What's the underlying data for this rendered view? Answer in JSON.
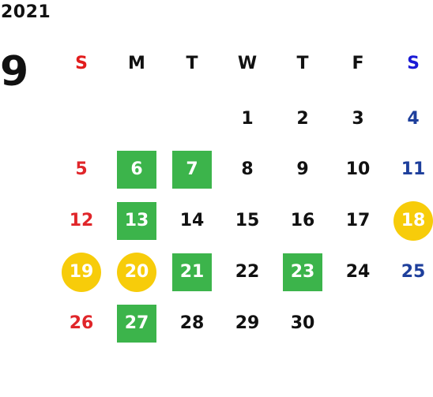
{
  "calendar": {
    "year": "2021",
    "month": "9",
    "weekdays": [
      {
        "label": "S",
        "color": "#e21c1c"
      },
      {
        "label": "M",
        "color": "#111111"
      },
      {
        "label": "T",
        "color": "#111111"
      },
      {
        "label": "W",
        "color": "#111111"
      },
      {
        "label": "T",
        "color": "#111111"
      },
      {
        "label": "F",
        "color": "#111111"
      },
      {
        "label": "S",
        "color": "#1a1ad6"
      }
    ],
    "colors": {
      "sunday": "#e0262a",
      "saturday": "#1e3f9c",
      "weekday": "#111111",
      "green_highlight": "#3cb44b",
      "yellow_highlight": "#f7cc0a",
      "highlight_text": "#ffffff"
    },
    "days": [
      {
        "label": "1",
        "col": 3,
        "row": 0,
        "highlight": "none"
      },
      {
        "label": "2",
        "col": 4,
        "row": 0,
        "highlight": "none"
      },
      {
        "label": "3",
        "col": 5,
        "row": 0,
        "highlight": "none"
      },
      {
        "label": "4",
        "col": 6,
        "row": 0,
        "highlight": "none"
      },
      {
        "label": "5",
        "col": 0,
        "row": 1,
        "highlight": "none"
      },
      {
        "label": "6",
        "col": 1,
        "row": 1,
        "highlight": "green"
      },
      {
        "label": "7",
        "col": 2,
        "row": 1,
        "highlight": "green"
      },
      {
        "label": "8",
        "col": 3,
        "row": 1,
        "highlight": "none"
      },
      {
        "label": "9",
        "col": 4,
        "row": 1,
        "highlight": "none"
      },
      {
        "label": "10",
        "col": 5,
        "row": 1,
        "highlight": "none"
      },
      {
        "label": "11",
        "col": 6,
        "row": 1,
        "highlight": "none"
      },
      {
        "label": "12",
        "col": 0,
        "row": 2,
        "highlight": "none"
      },
      {
        "label": "13",
        "col": 1,
        "row": 2,
        "highlight": "green"
      },
      {
        "label": "14",
        "col": 2,
        "row": 2,
        "highlight": "none"
      },
      {
        "label": "15",
        "col": 3,
        "row": 2,
        "highlight": "none"
      },
      {
        "label": "16",
        "col": 4,
        "row": 2,
        "highlight": "none"
      },
      {
        "label": "17",
        "col": 5,
        "row": 2,
        "highlight": "none"
      },
      {
        "label": "18",
        "col": 6,
        "row": 2,
        "highlight": "yellow"
      },
      {
        "label": "19",
        "col": 0,
        "row": 3,
        "highlight": "yellow"
      },
      {
        "label": "20",
        "col": 1,
        "row": 3,
        "highlight": "yellow"
      },
      {
        "label": "21",
        "col": 2,
        "row": 3,
        "highlight": "green"
      },
      {
        "label": "22",
        "col": 3,
        "row": 3,
        "highlight": "none"
      },
      {
        "label": "23",
        "col": 4,
        "row": 3,
        "highlight": "green"
      },
      {
        "label": "24",
        "col": 5,
        "row": 3,
        "highlight": "none"
      },
      {
        "label": "25",
        "col": 6,
        "row": 3,
        "highlight": "none"
      },
      {
        "label": "26",
        "col": 0,
        "row": 4,
        "highlight": "none"
      },
      {
        "label": "27",
        "col": 1,
        "row": 4,
        "highlight": "green"
      },
      {
        "label": "28",
        "col": 2,
        "row": 4,
        "highlight": "none"
      },
      {
        "label": "29",
        "col": 3,
        "row": 4,
        "highlight": "none"
      },
      {
        "label": "30",
        "col": 4,
        "row": 4,
        "highlight": "none"
      }
    ]
  }
}
